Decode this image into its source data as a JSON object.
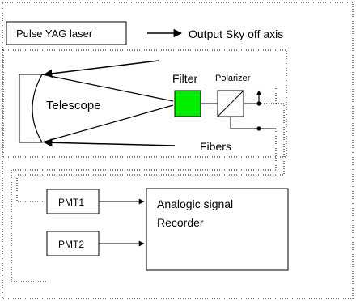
{
  "labels": {
    "laser": "Pulse YAG laser",
    "output": "Output Sky off axis",
    "filter": "Filter",
    "polarizer": "Polarizer",
    "telescope": "Telescope",
    "fibers": "Fibers",
    "pmt1": "PMT1",
    "pmt2": "PMT2",
    "recorder_line1": "Analogic signal",
    "recorder_line2": "Recorder"
  },
  "colors": {
    "filter_fill": "#00ee00",
    "line": "#000000"
  }
}
